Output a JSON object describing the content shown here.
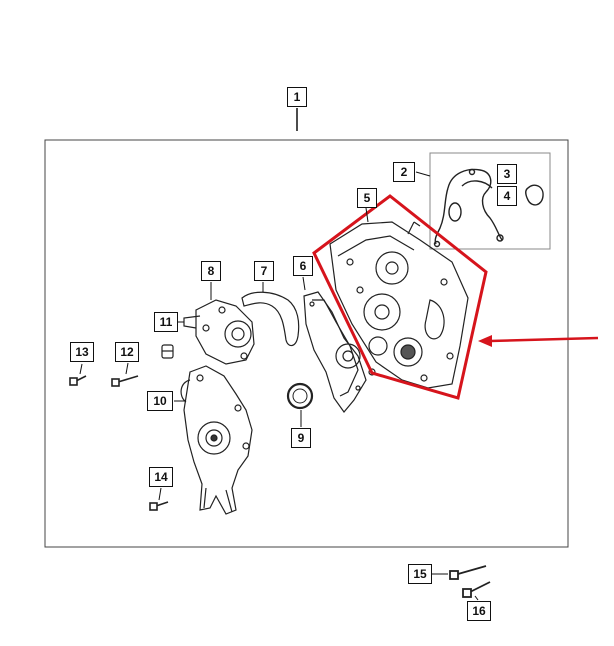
{
  "diagram": {
    "callouts": [
      {
        "id": "c1",
        "label": "1"
      },
      {
        "id": "c2",
        "label": "2"
      },
      {
        "id": "c3",
        "label": "3"
      },
      {
        "id": "c4",
        "label": "4"
      },
      {
        "id": "c5",
        "label": "5"
      },
      {
        "id": "c6",
        "label": "6"
      },
      {
        "id": "c7",
        "label": "7"
      },
      {
        "id": "c8",
        "label": "8"
      },
      {
        "id": "c9",
        "label": "9"
      },
      {
        "id": "c10",
        "label": "10"
      },
      {
        "id": "c11",
        "label": "11"
      },
      {
        "id": "c12",
        "label": "12"
      },
      {
        "id": "c13",
        "label": "13"
      },
      {
        "id": "c14",
        "label": "14"
      },
      {
        "id": "c15",
        "label": "15"
      },
      {
        "id": "c16",
        "label": "16"
      }
    ],
    "colors": {
      "line": "#222222",
      "highlight": "#d6141c",
      "frame": "#444444"
    }
  }
}
